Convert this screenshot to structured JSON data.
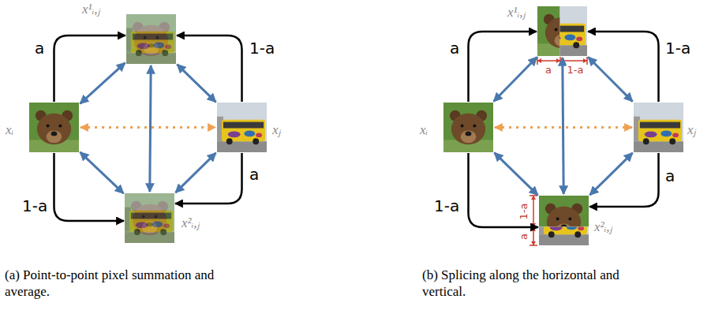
{
  "diagram": {
    "nodes": [
      {
        "text": [
          "x¹ᵢ,ⱼ"
        ]
      },
      {
        "text": [
          "xᵢ"
        ]
      },
      {
        "text": [
          "xⱼ"
        ]
      },
      {
        "text": [
          "x²ᵢ,ⱼ"
        ]
      },
      {
        "text": [
          "x¹ᵢ,ⱼ"
        ]
      },
      {
        "text": [
          "xᵢ"
        ]
      },
      {
        "text": [
          "xⱼ"
        ]
      },
      {
        "text": [
          "x²ᵢ,ⱼ"
        ]
      }
    ],
    "edges": [
      {
        "from": 1,
        "to": 0,
        "label": "a",
        "arrow": "to"
      },
      {
        "from": 2,
        "to": 0,
        "label": "1-a",
        "arrow": "to"
      },
      {
        "from": 1,
        "to": 3,
        "label": "1-a",
        "arrow": "to"
      },
      {
        "from": 2,
        "to": 3,
        "label": "a",
        "arrow": "to"
      },
      {
        "from": 1,
        "to": 0,
        "arrow": "both"
      },
      {
        "from": 0,
        "to": 2,
        "arrow": "both"
      },
      {
        "from": 0,
        "to": 3,
        "arrow": "both"
      },
      {
        "from": 1,
        "to": 3,
        "arrow": "both"
      },
      {
        "from": 3,
        "to": 2,
        "arrow": "both"
      },
      {
        "from": 1,
        "to": 2,
        "arrow": "both"
      },
      {
        "from": 5,
        "to": 4,
        "label": "a",
        "arrow": "to"
      },
      {
        "from": 6,
        "to": 4,
        "label": "1-a",
        "arrow": "to"
      },
      {
        "from": 5,
        "to": 7,
        "label": "1-a",
        "arrow": "to"
      },
      {
        "from": 6,
        "to": 7,
        "label": "a",
        "arrow": "to"
      },
      {
        "from": 5,
        "to": 4,
        "arrow": "both"
      },
      {
        "from": 4,
        "to": 6,
        "arrow": "both"
      },
      {
        "from": 4,
        "to": 7,
        "arrow": "both"
      },
      {
        "from": 5,
        "to": 7,
        "arrow": "both"
      },
      {
        "from": 7,
        "to": 6,
        "arrow": "both"
      },
      {
        "from": 5,
        "to": 6,
        "arrow": "both"
      }
    ],
    "labels": [
      "a",
      "1-a",
      "1-a",
      "a",
      "(a) Point-to-point pixel summation and average.",
      "(b) Splicing along the horizontal and vertical."
    ]
  }
}
